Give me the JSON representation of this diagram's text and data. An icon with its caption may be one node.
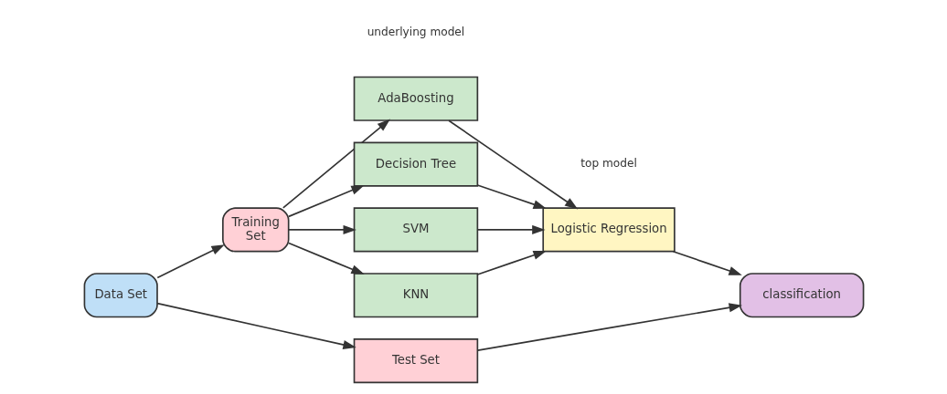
{
  "diagram": {
    "nodes": [
      {
        "text": [
          "Data Set"
        ]
      },
      {
        "text": [
          "Training Set"
        ]
      },
      {
        "text": [
          "AdaBoosting"
        ]
      },
      {
        "text": [
          "Decision Tree"
        ]
      },
      {
        "text": [
          "SVM"
        ]
      },
      {
        "text": [
          "KNN"
        ]
      },
      {
        "text": [
          "Test Set"
        ]
      },
      {
        "text": [
          "Logistic Regression"
        ]
      },
      {
        "text": [
          "classification"
        ]
      }
    ],
    "edges": [
      {
        "from": 0,
        "to": 1,
        "arrow": "to"
      },
      {
        "from": 1,
        "to": 2,
        "arrow": "to"
      },
      {
        "from": 1,
        "to": 3,
        "arrow": "to"
      },
      {
        "from": 1,
        "to": 4,
        "arrow": "to"
      },
      {
        "from": 1,
        "to": 5,
        "arrow": "to"
      },
      {
        "from": 0,
        "to": 6,
        "arrow": "to"
      },
      {
        "from": 2,
        "to": 7,
        "arrow": "to"
      },
      {
        "from": 3,
        "to": 7,
        "arrow": "to"
      },
      {
        "from": 4,
        "to": 7,
        "arrow": "to"
      },
      {
        "from": 5,
        "to": 7,
        "arrow": "to"
      },
      {
        "from": 7,
        "to": 8,
        "arrow": "to"
      },
      {
        "from": 6,
        "to": 8,
        "arrow": "to"
      }
    ],
    "labels": [
      "underlying model",
      "top model"
    ]
  }
}
